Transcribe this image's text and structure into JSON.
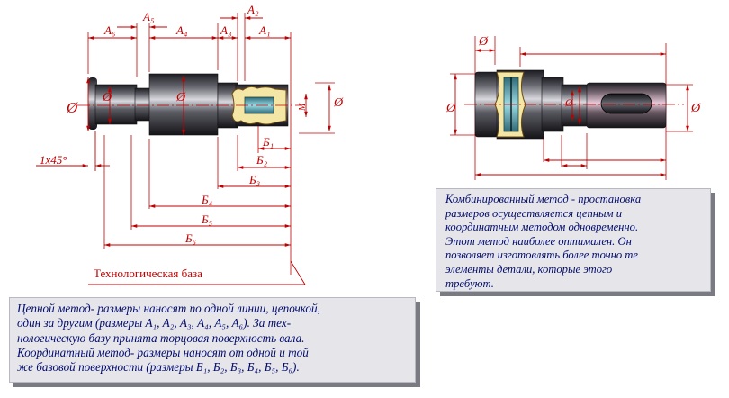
{
  "left_drawing": {
    "chain_labels": [
      "A₆",
      "A₅",
      "A₄",
      "A₃",
      "A₂",
      "A₁"
    ],
    "coordinate_labels": [
      "Б₁",
      "Б₂",
      "Б₃",
      "Б₄",
      "Б₅",
      "Б₆"
    ],
    "diameter_symbol": "Ø",
    "chamfer_label": "1x45°",
    "keyway_label": "М",
    "base_label": "Технологическая база"
  },
  "right_drawing": {
    "diameter_symbol": "Ø"
  },
  "notes": {
    "chain_method": "Цепной метод- размеры наносят по одной линии, цепочкой,\nодин за  другим (размеры А₁, А₂, А₃, А₄, А₅, А₆). За тех-\nнологическую базу принята торцовая поверхность вала.\nКоординатный метод- размеры наносят от одной и той\nже базовой поверхности (размеры Б₁, Б₂, Б₃, Б₄, Б₅, Б₆).",
    "combined_method": "Комбинированный метод - простановка\nразмеров осуществляется цепным и\nкоординатным методом одновременно.\nЭтот метод наиболее оптимален. Он\nпозволяет изготовлять более точно те\nэлементы детали, которые этого\nтребуют."
  },
  "colors": {
    "dimension": "#c00000",
    "shaft": "#2a2a30",
    "note_text": "#000a6e",
    "note_bg": "#e6e6ea"
  }
}
